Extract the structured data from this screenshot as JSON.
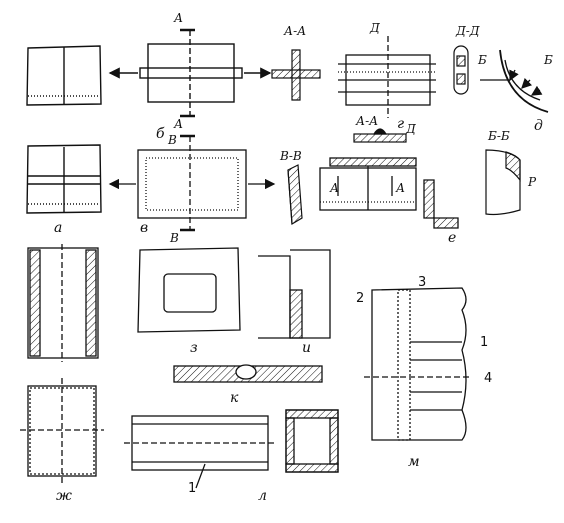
{
  "colors": {
    "ink": "#111111",
    "paper": "#ffffff"
  },
  "labels": {
    "a": "а",
    "b": "б",
    "v": "в",
    "g": "г",
    "d": "д",
    "e": "е",
    "zh": "ж",
    "z": "з",
    "i": "и",
    "k": "к",
    "l": "л",
    "m": "м"
  },
  "section_marks": {
    "A": "А",
    "A_A": "А-А",
    "D": "Д",
    "D_D": "Д-Д",
    "V": "В",
    "V_V": "В-В",
    "B": "Б",
    "B_B": "Б-Б",
    "P": "Р"
  },
  "numbers": {
    "n1": "1",
    "n2": "2",
    "n3": "3",
    "n4": "4"
  }
}
